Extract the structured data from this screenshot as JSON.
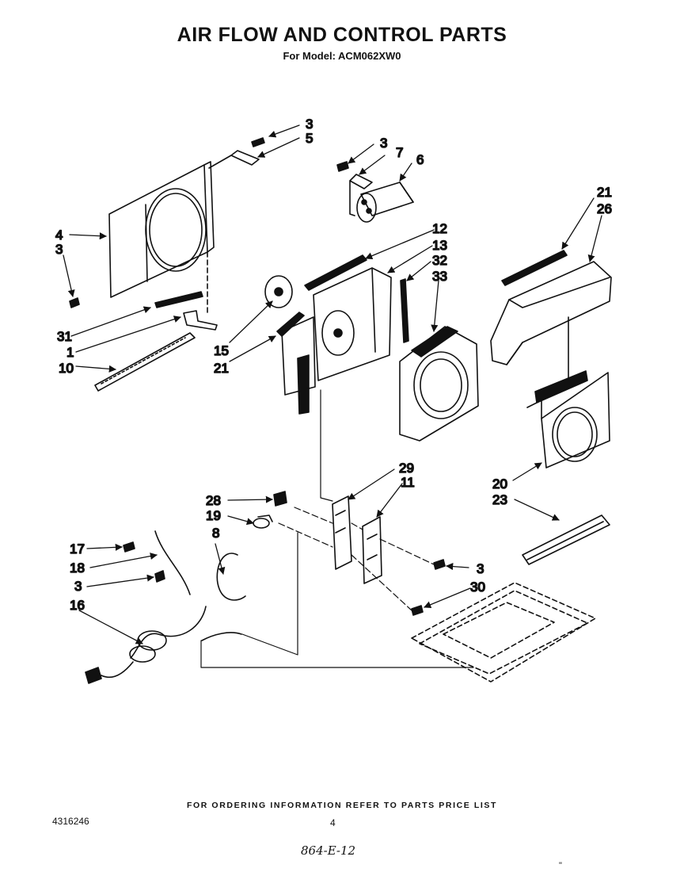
{
  "header": {
    "title": "AIR FLOW AND CONTROL PARTS",
    "subtitle": "For Model: ACM062XW0"
  },
  "callouts": [
    {
      "id": "3",
      "label": "3"
    },
    {
      "id": "5",
      "label": "5"
    },
    {
      "id": "3b",
      "label": "3"
    },
    {
      "id": "7",
      "label": "7"
    },
    {
      "id": "6",
      "label": "6"
    },
    {
      "id": "21",
      "label": "21"
    },
    {
      "id": "26",
      "label": "26"
    },
    {
      "id": "4",
      "label": "4"
    },
    {
      "id": "3c",
      "label": "3"
    },
    {
      "id": "12",
      "label": "12"
    },
    {
      "id": "13",
      "label": "13"
    },
    {
      "id": "32",
      "label": "32"
    },
    {
      "id": "33",
      "label": "33"
    },
    {
      "id": "31",
      "label": "31"
    },
    {
      "id": "1",
      "label": "1"
    },
    {
      "id": "15",
      "label": "15"
    },
    {
      "id": "10",
      "label": "10"
    },
    {
      "id": "21b",
      "label": "21"
    },
    {
      "id": "29",
      "label": "29"
    },
    {
      "id": "11",
      "label": "11"
    },
    {
      "id": "20",
      "label": "20"
    },
    {
      "id": "23",
      "label": "23"
    },
    {
      "id": "28",
      "label": "28"
    },
    {
      "id": "19",
      "label": "19"
    },
    {
      "id": "8",
      "label": "8"
    },
    {
      "id": "17",
      "label": "17"
    },
    {
      "id": "3d",
      "label": "3"
    },
    {
      "id": "18",
      "label": "18"
    },
    {
      "id": "30",
      "label": "30"
    },
    {
      "id": "3e",
      "label": "3"
    },
    {
      "id": "16",
      "label": "16"
    }
  ],
  "footer": {
    "note": "FOR ORDERING INFORMATION REFER TO PARTS PRICE LIST",
    "doc_number": "4316246",
    "page_number": "4",
    "handwritten_code": "864-E-12",
    "corner_mark": "\""
  }
}
